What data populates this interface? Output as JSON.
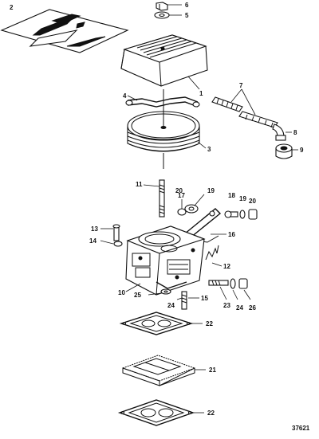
{
  "diagram": {
    "figure_number": "37621",
    "callouts": {
      "c1": "1",
      "c2": "2",
      "c3": "3",
      "c4": "4",
      "c5": "5",
      "c6": "6",
      "c7": "7",
      "c8": "8",
      "c9": "9",
      "c10": "10",
      "c11": "11",
      "c12": "12",
      "c13": "13",
      "c14": "14",
      "c15": "15",
      "c16": "16",
      "c17": "17",
      "c18": "18",
      "c19a": "19",
      "c19b": "19",
      "c20a": "20",
      "c20b": "20",
      "c21": "21",
      "c22a": "22",
      "c22b": "22",
      "c23": "23",
      "c24a": "24",
      "c24b": "24",
      "c25": "25",
      "c26": "26"
    }
  }
}
